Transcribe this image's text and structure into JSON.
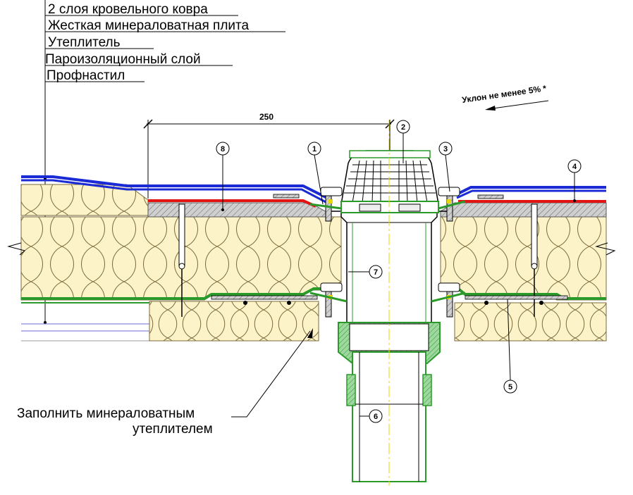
{
  "layers": [
    "2 слоя кровельного ковра",
    "Жесткая минераловатная плита",
    "Утеплитель",
    "Пароизоляционный слой",
    "Профнастил"
  ],
  "dimension": "250",
  "slope_note": "Уклон не менее 5% *",
  "callouts": [
    "1",
    "2",
    "3",
    "4",
    "5",
    "6",
    "7",
    "8"
  ],
  "fill_note": {
    "line1": "Заполнить минераловатным",
    "line2": "утеплителем"
  },
  "colors": {
    "membrane_blue": "#1a2bd6",
    "red_strip": "#e31414",
    "insulation": "#fdf3c8",
    "insulation_line": "#7a6a3a",
    "green": "#2a9a2a",
    "light_green": "#9fd89f",
    "yellow_center": "#e6d800",
    "gray": "#bdbdbd"
  }
}
